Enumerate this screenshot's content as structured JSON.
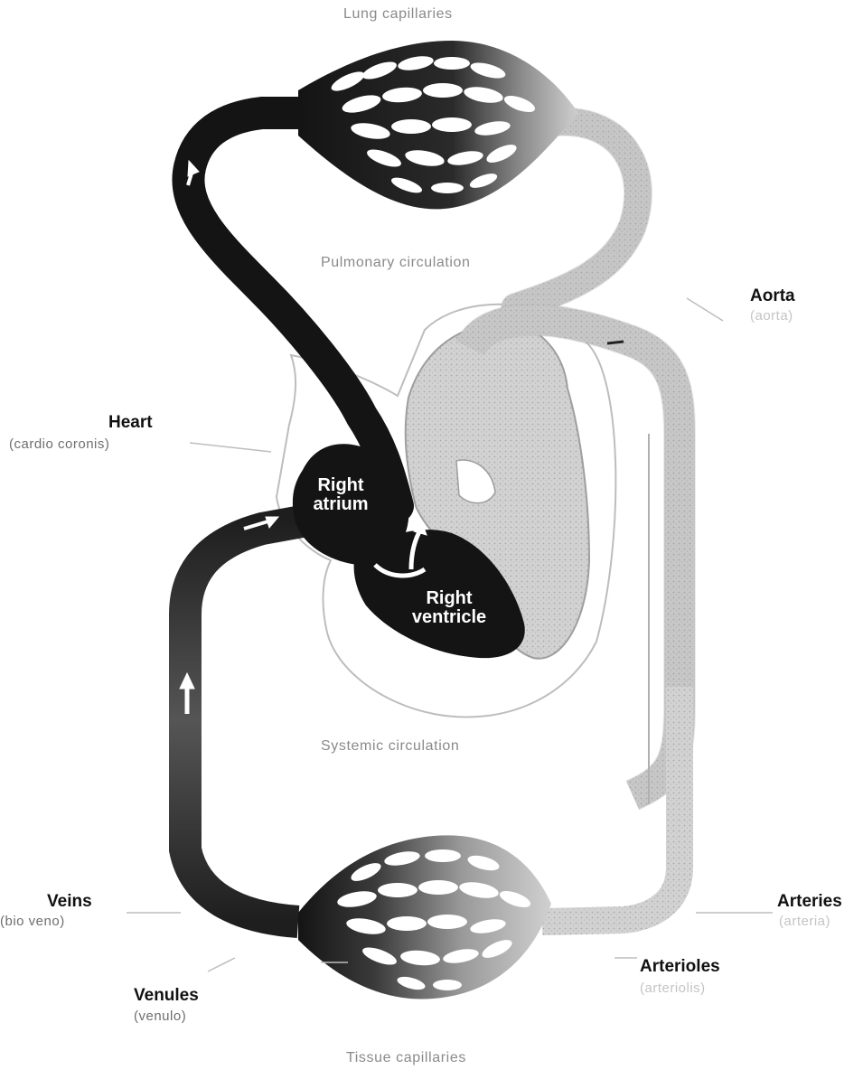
{
  "labels": {
    "lung_capillaries": "Lung capillaries",
    "pulmonary_circulation": "Pulmonary circulation",
    "systemic_circulation": "Systemic circulation",
    "tissue_capillaries": "Tissue capillaries",
    "aorta": "Aorta",
    "aorta_sub": "(aorta)",
    "heart": "Heart",
    "heart_sub": "(cardio coronis)",
    "right_atrium_1": "Right",
    "right_atrium_2": "atrium",
    "right_ventricle_1": "Right",
    "right_ventricle_2": "ventricle",
    "veins": "Veins",
    "veins_sub": "(bio veno)",
    "arteries": "Arteries",
    "arteries_sub": "(arteria)",
    "venules": "Venules",
    "venules_sub": "(venulo)",
    "arterioles": "Arterioles",
    "arterioles_sub": "(arteriolis)"
  },
  "colors": {
    "deoxygenated": "#141414",
    "oxygenated": "#c9c9c9",
    "heart_outline": "#b5b5b5"
  }
}
